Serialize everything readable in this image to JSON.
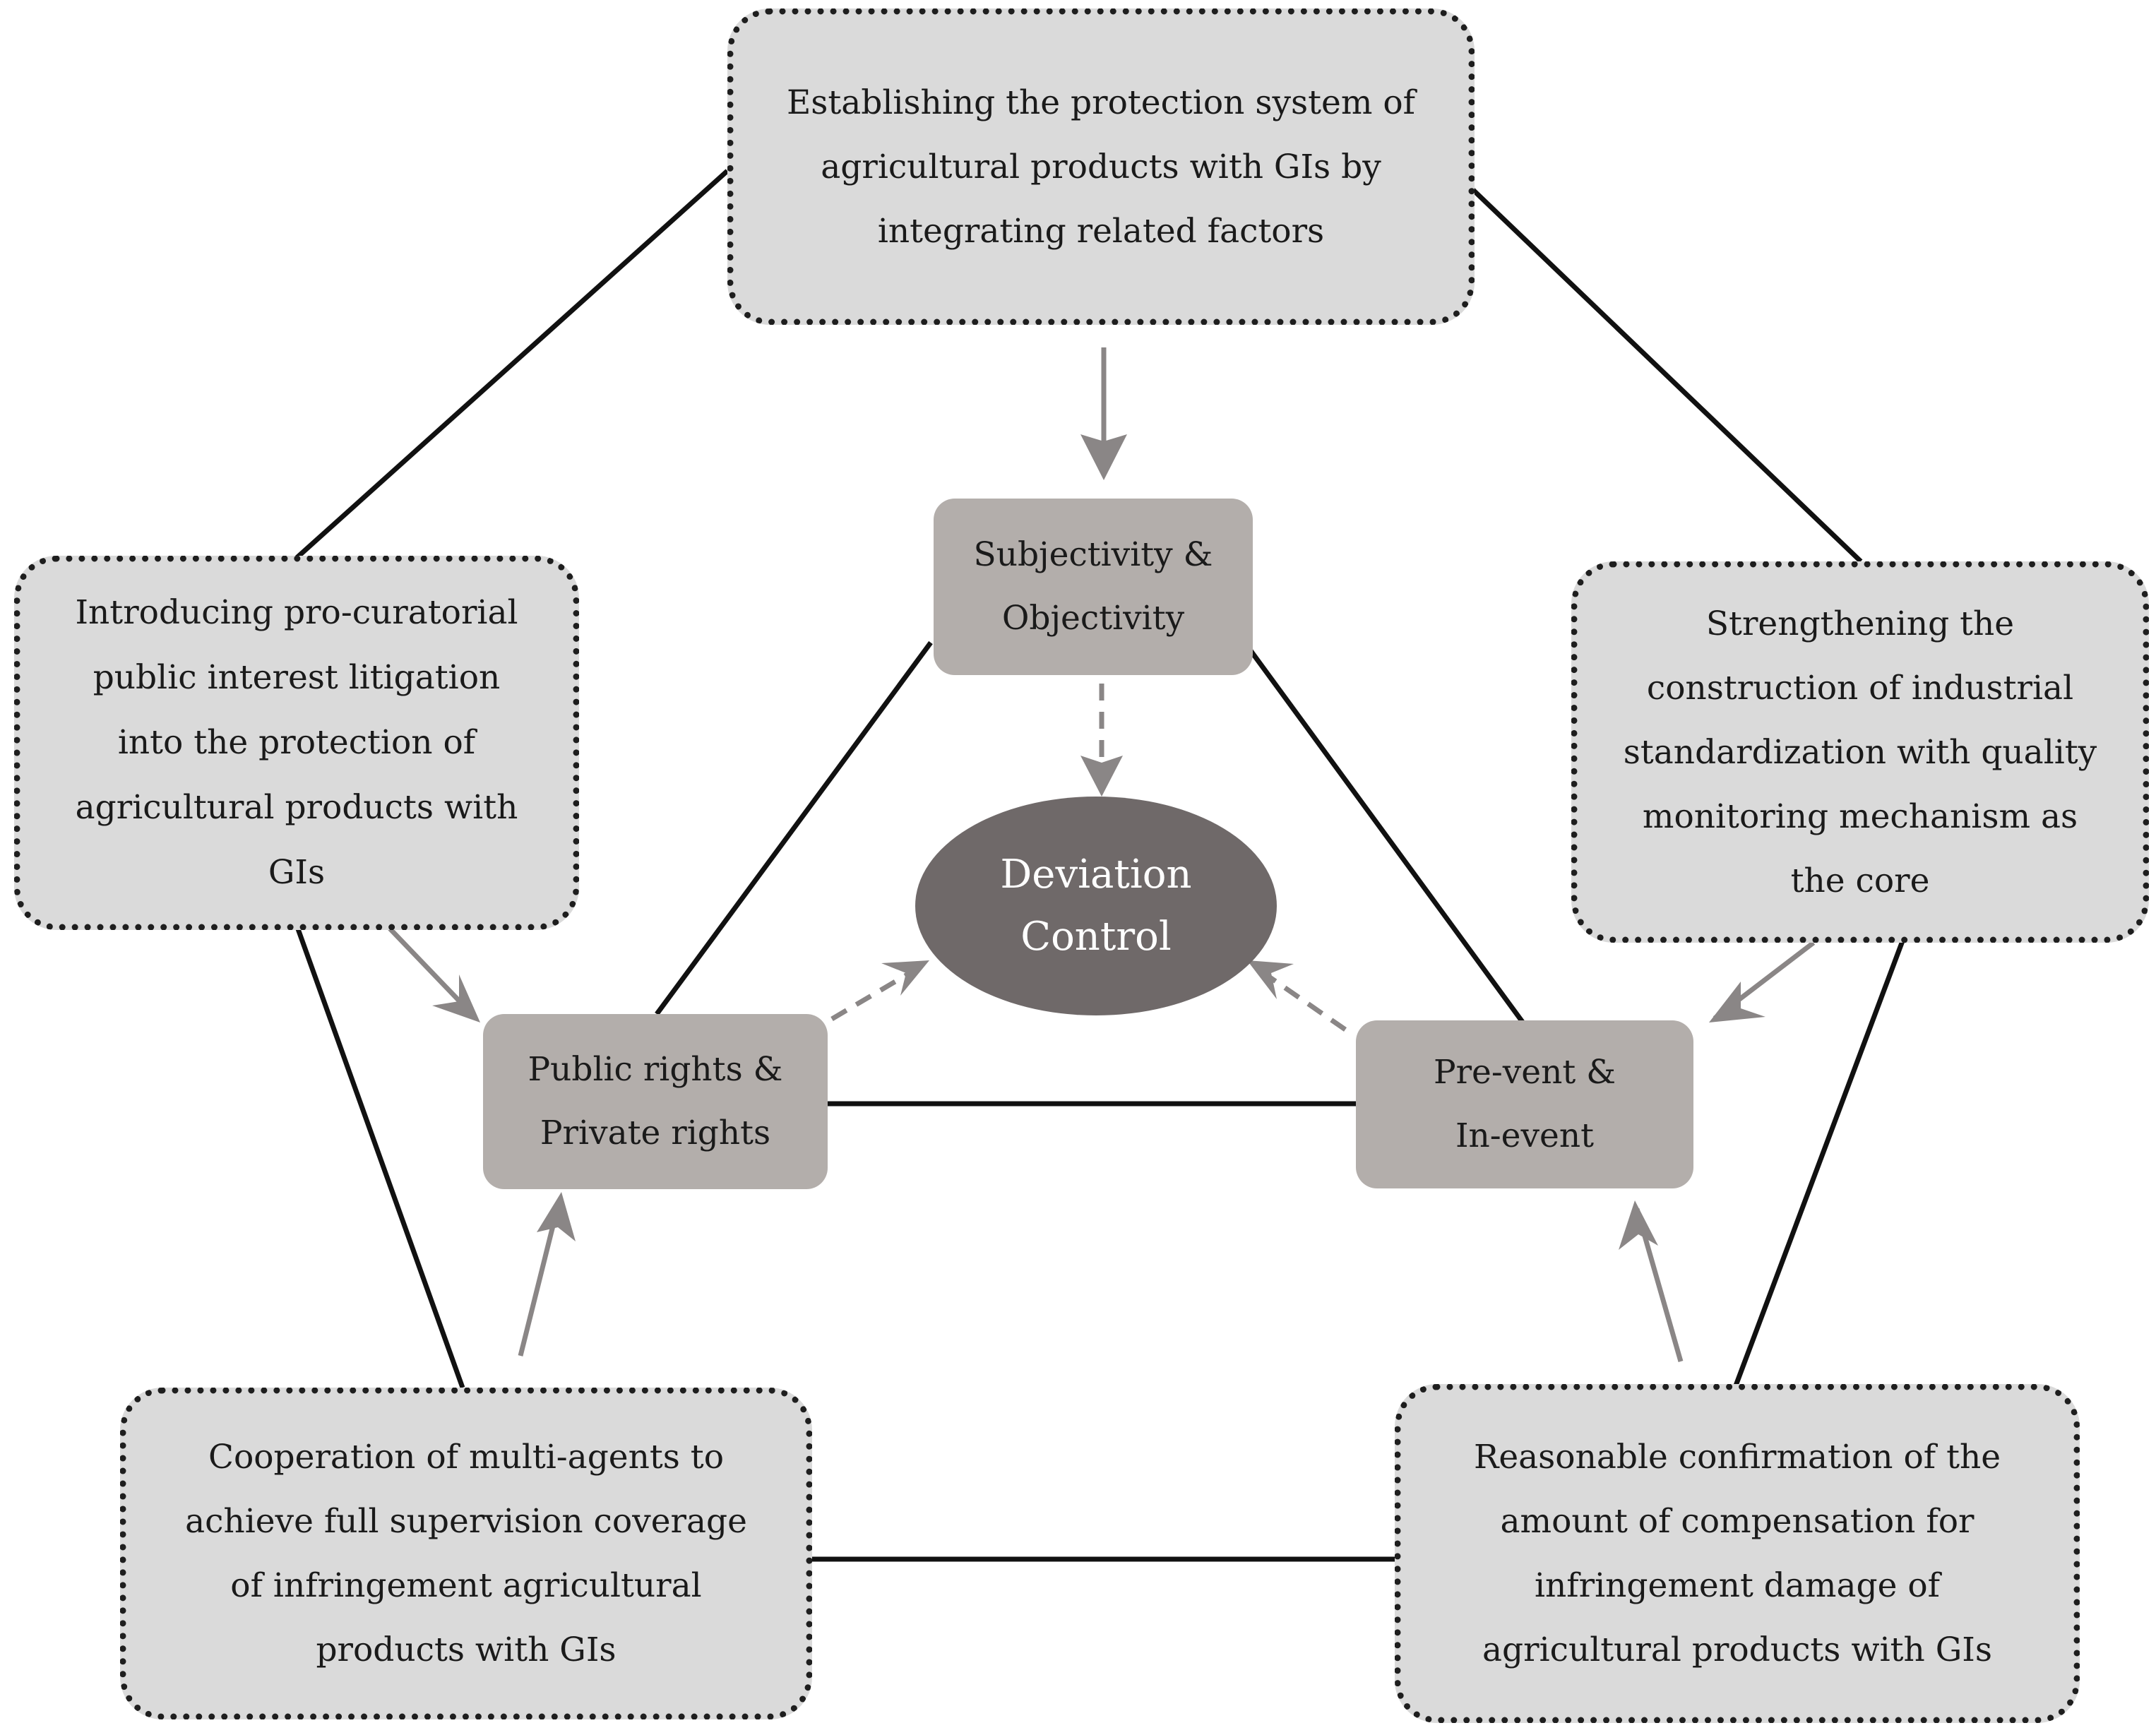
{
  "diagram": {
    "center": {
      "label": "Deviation Control"
    },
    "triangle": [
      {
        "id": "subj",
        "label": "Subjectivity & Objectivity"
      },
      {
        "id": "rights",
        "label": "Public rights & Private rights"
      },
      {
        "id": "event",
        "label": "Pre-vent & In-event"
      }
    ],
    "pentagon": [
      {
        "id": "top",
        "label": "Establishing the protection system of agricultural products with GIs by integrating related factors"
      },
      {
        "id": "left",
        "label": "Introducing pro-curatorial public interest litigation into the protection of agricultural products with GIs"
      },
      {
        "id": "right",
        "label": "Strengthening the construction of industrial standardization with quality monitoring mechanism as the core"
      },
      {
        "id": "bottom_left",
        "label": "Cooperation of multi-agents to achieve full supervision coverage of infringement agricultural products with GIs"
      },
      {
        "id": "bottom_right",
        "label": "Reasonable confirmation of the amount of compensation for infringement damage of agricultural products with GIs"
      }
    ],
    "colors": {
      "outer_fill": "#dadada",
      "inner_fill": "#b3aeab",
      "center_fill": "#6f6969",
      "arrow": "#8a8686",
      "line": "#111111"
    }
  }
}
